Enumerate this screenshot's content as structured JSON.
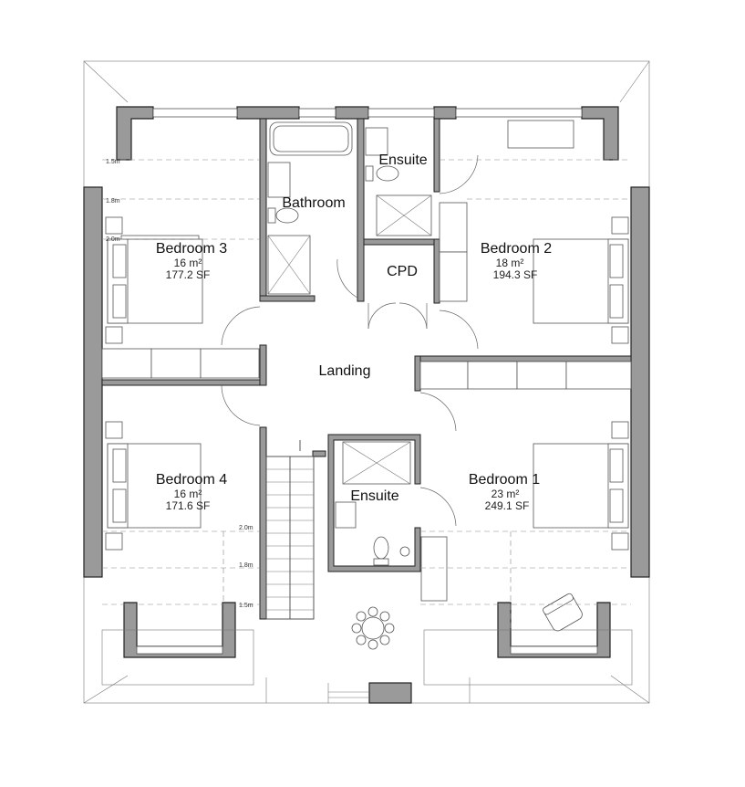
{
  "rooms": {
    "bedroom3": {
      "name": "Bedroom 3",
      "area_m2": "16 m²",
      "area_sf": "177.2 SF"
    },
    "bedroom2": {
      "name": "Bedroom 2",
      "area_m2": "18 m²",
      "area_sf": "194.3 SF"
    },
    "bedroom4": {
      "name": "Bedroom 4",
      "area_m2": "16 m²",
      "area_sf": "171.6 SF"
    },
    "bedroom1": {
      "name": "Bedroom 1",
      "area_m2": "23 m²",
      "area_sf": "249.1 SF"
    },
    "bathroom": {
      "name": "Bathroom"
    },
    "ensuite_top": {
      "name": "Ensuite"
    },
    "ensuite_bottom": {
      "name": "Ensuite"
    },
    "cpd": {
      "name": "CPD"
    },
    "landing": {
      "name": "Landing"
    }
  },
  "dimension_marks": {
    "left_top": [
      "1.5m",
      "1.8m",
      "2.0m"
    ],
    "left_bottom": [
      "2.0m",
      "1.8m",
      "1.5m"
    ]
  }
}
